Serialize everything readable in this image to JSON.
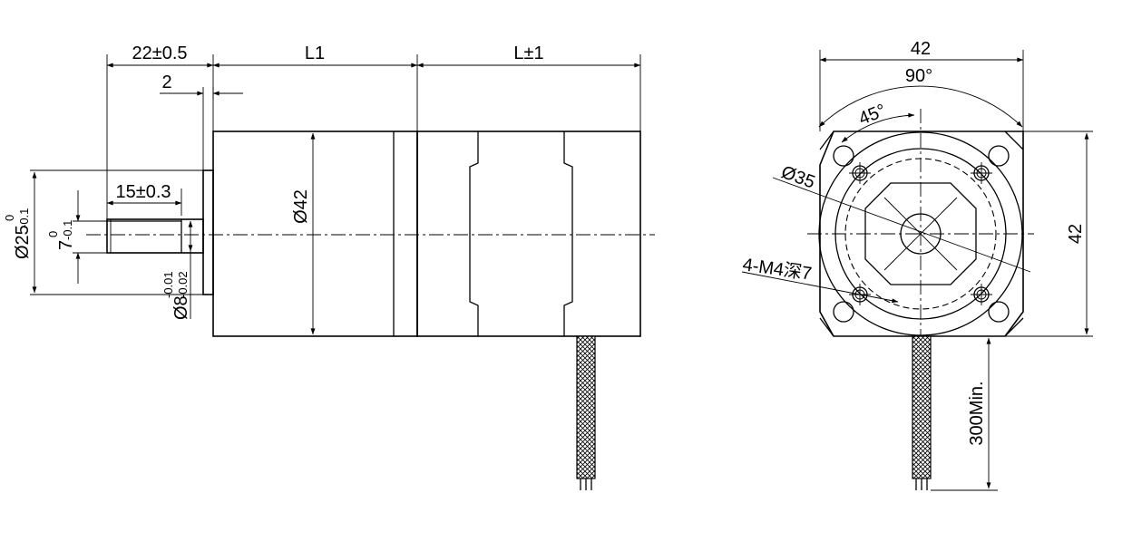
{
  "side_view": {
    "dim_flange_to_face": "22±0.5",
    "dim_L1": "L1",
    "dim_L": "L±1",
    "dim_boss": "2",
    "dim_flat": "15±0.3",
    "dim_body_dia": "Ø42",
    "dim_pilot_main": "Ø25",
    "dim_pilot_upper": "0",
    "dim_pilot_lower": "-0.1",
    "dim_flat_main": "7",
    "dim_flat_upper": "0",
    "dim_flat_lower": "-0.1",
    "dim_shaft_main": "Ø8",
    "dim_shaft_upper": "-0.01",
    "dim_shaft_lower": "-0.02"
  },
  "front_view": {
    "dim_width": "42",
    "dim_angle_90": "90°",
    "dim_angle_45": "45°",
    "dim_pcd": "Ø35",
    "dim_holes": "4-M4深7",
    "dim_height": "42",
    "dim_lead": "300Min."
  }
}
